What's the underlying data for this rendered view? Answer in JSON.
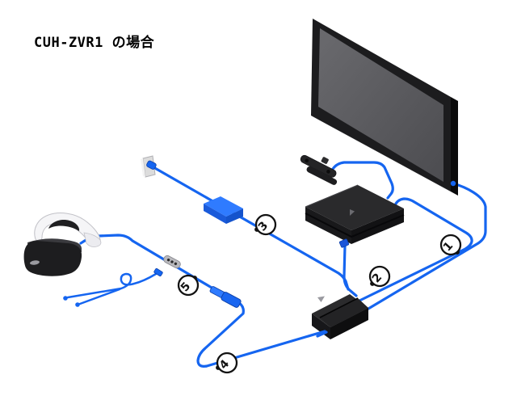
{
  "title": "CUH-ZVR1 の場合",
  "callouts": [
    {
      "number": "1"
    },
    {
      "number": "2"
    },
    {
      "number": "3"
    },
    {
      "number": "4"
    },
    {
      "number": "5"
    }
  ],
  "colors": {
    "background": "#ffffff",
    "text": "#000000",
    "cable": "#1565f0",
    "cable_dark": "#0d3fa6",
    "adapter_top": "#2f7bff",
    "adapter_side": "#1453cc",
    "device_top": "#2a2a2c",
    "device_side": "#121214",
    "screen": "#58585c",
    "outlet_plate": "#dcdcdc",
    "headset_band": "#f5f5f7"
  }
}
